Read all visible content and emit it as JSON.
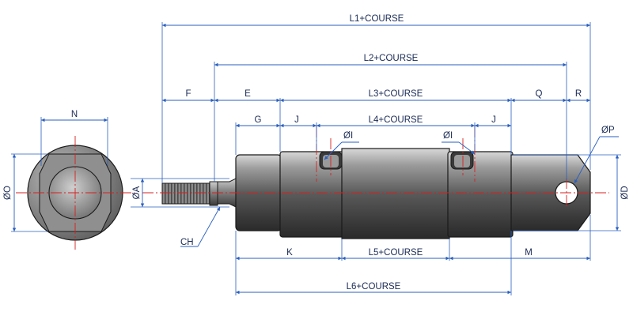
{
  "drawing": {
    "title": "Hydraulic cylinder dimension drawing",
    "labels": {
      "l1": "L1+COURSE",
      "l2": "L2+COURSE",
      "l3": "L3+COURSE",
      "l4": "L4+COURSE",
      "l5": "L5+COURSE",
      "l6": "L6+COURSE",
      "f": "F",
      "e": "E",
      "q": "Q",
      "r": "R",
      "g": "G",
      "j1": "J",
      "j2": "J",
      "k": "K",
      "m": "M",
      "n": "N",
      "i1": "ØI",
      "i2": "ØI",
      "p": "ØP",
      "o": "ØO",
      "a": "ØA",
      "d": "ØD",
      "ch": "CH"
    }
  }
}
